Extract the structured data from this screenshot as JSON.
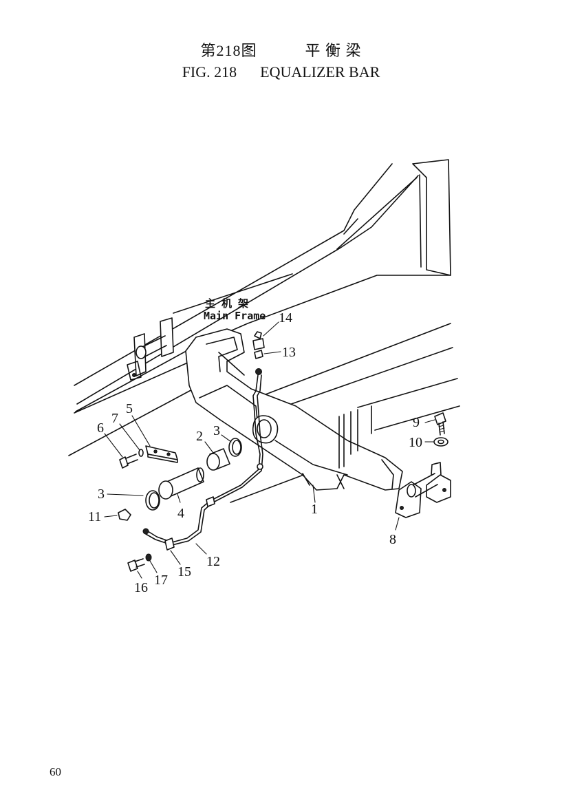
{
  "header": {
    "fig_cn": "第218图",
    "title_cn": "平 衡 梁",
    "fig_en": "FIG. 218",
    "title_en": "EQUALIZER BAR"
  },
  "diagram": {
    "main_frame_cn": "主 机 架",
    "main_frame_en": "Main Frame",
    "callouts": [
      "1",
      "2",
      "3",
      "3",
      "4",
      "5",
      "6",
      "7",
      "8",
      "9",
      "10",
      "11",
      "12",
      "13",
      "14",
      "15",
      "16",
      "17"
    ]
  },
  "page": {
    "number": "60"
  }
}
